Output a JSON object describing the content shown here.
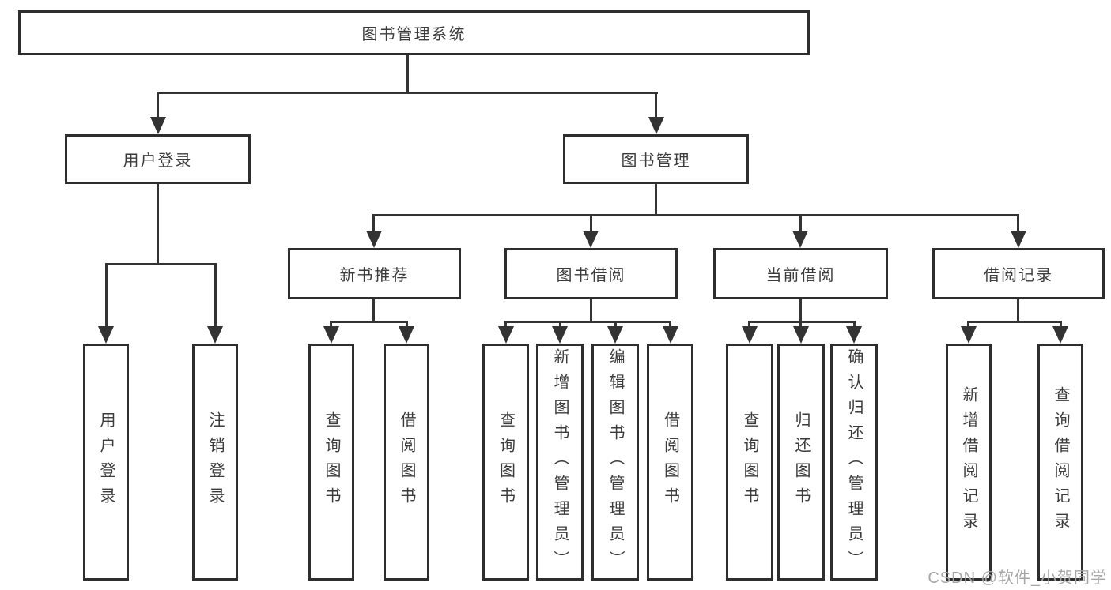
{
  "diagram": {
    "type": "hierarchy-tree",
    "title": "图书管理系统",
    "watermark": "CSDN @软件_小贺同学",
    "colors": {
      "background": "#ffffff",
      "box_border": "#2e2e2e",
      "line": "#333333",
      "text": "#3b3b3b",
      "watermark": "#a6a6a6"
    },
    "nodes": {
      "root": "图书管理系统",
      "user_login": "用户登录",
      "book_management": "图书管理",
      "new_book_recommend": "新书推荐",
      "book_borrowing": "图书借阅",
      "current_borrowing": "当前借阅",
      "borrowing_records": "借阅记录",
      "ul_user_login": "用户登录",
      "ul_logout": "注销登录",
      "nr_query_books": "查询图书",
      "nr_borrow_books": "借阅图书",
      "bb_query_books": "查询图书",
      "bb_add_books": "新增图书（管理员）",
      "bb_edit_books": "编辑图书（管理员）",
      "bb_borrow_books": "借阅图书",
      "cb_query_books": "查询图书",
      "cb_return_books": "归还图书",
      "cb_confirm_return": "确认归还（管理员）",
      "br_add_record": "新增借阅记录",
      "br_query_record": "查询借阅记录"
    },
    "tree": {
      "label": "图书管理系统",
      "children": [
        {
          "label": "用户登录",
          "children": [
            {
              "label": "用户登录"
            },
            {
              "label": "注销登录"
            }
          ]
        },
        {
          "label": "图书管理",
          "children": [
            {
              "label": "新书推荐",
              "children": [
                {
                  "label": "查询图书"
                },
                {
                  "label": "借阅图书"
                }
              ]
            },
            {
              "label": "图书借阅",
              "children": [
                {
                  "label": "查询图书"
                },
                {
                  "label": "新增图书（管理员）"
                },
                {
                  "label": "编辑图书（管理员）"
                },
                {
                  "label": "借阅图书"
                }
              ]
            },
            {
              "label": "当前借阅",
              "children": [
                {
                  "label": "查询图书"
                },
                {
                  "label": "归还图书"
                },
                {
                  "label": "确认归还（管理员）"
                }
              ]
            },
            {
              "label": "借阅记录",
              "children": [
                {
                  "label": "新增借阅记录"
                },
                {
                  "label": "查询借阅记录"
                }
              ]
            }
          ]
        }
      ]
    }
  }
}
